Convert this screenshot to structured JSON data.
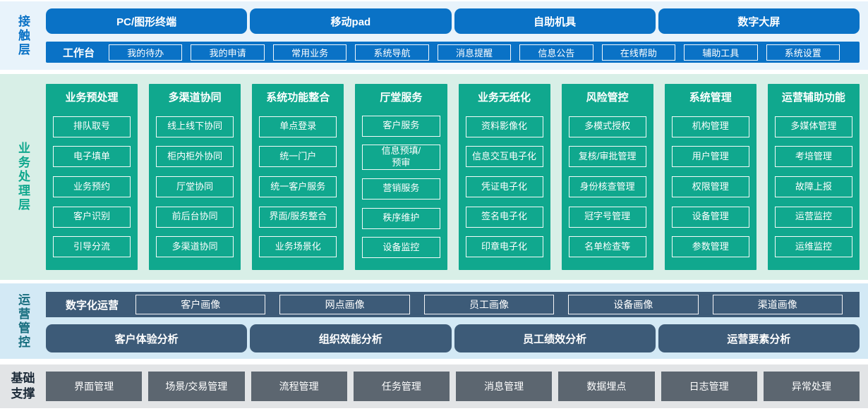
{
  "contact": {
    "label": "接触层",
    "terminals": [
      "PC/图形终端",
      "移动pad",
      "自助机具",
      "数字大屏"
    ],
    "workbench": {
      "label": "工作台",
      "items": [
        "我的待办",
        "我的申请",
        "常用业务",
        "系统导航",
        "消息提醒",
        "信息公告",
        "在线帮助",
        "辅助工具",
        "系统设置"
      ]
    }
  },
  "business": {
    "label": "业务处理层",
    "columns": [
      {
        "title": "业务预处理",
        "items": [
          "排队取号",
          "电子填单",
          "业务预约",
          "客户识别",
          "引导分流"
        ]
      },
      {
        "title": "多渠道协同",
        "items": [
          "线上线下协同",
          "柜内柜外协同",
          "厅堂协同",
          "前后台协同",
          "多渠道协同"
        ]
      },
      {
        "title": "系统功能整合",
        "items": [
          "单点登录",
          "统一门户",
          "统一客户服务",
          "界面/服务整合",
          "业务场景化"
        ]
      },
      {
        "title": "厅堂服务",
        "items": [
          "客户服务",
          "信息预填/\n预审",
          "营销服务",
          "秩序维护",
          "设备监控"
        ]
      },
      {
        "title": "业务无纸化",
        "items": [
          "资料影像化",
          "信息交互电子化",
          "凭证电子化",
          "签名电子化",
          "印章电子化"
        ]
      },
      {
        "title": "风险管控",
        "items": [
          "多模式授权",
          "复核/审批管理",
          "身份核查管理",
          "冠字号管理",
          "名单检查等"
        ]
      },
      {
        "title": "系统管理",
        "items": [
          "机构管理",
          "用户管理",
          "权限管理",
          "设备管理",
          "参数管理"
        ]
      },
      {
        "title": "运营辅助功能",
        "items": [
          "多媒体管理",
          "考培管理",
          "故障上报",
          "运营监控",
          "运维监控"
        ]
      }
    ]
  },
  "operations": {
    "label": "运营管控",
    "digital": {
      "label": "数字化运营",
      "items": [
        "客户画像",
        "网点画像",
        "员工画像",
        "设备画像",
        "渠道画像"
      ]
    },
    "analyses": [
      "客户体验分析",
      "组织效能分析",
      "员工绩效分析",
      "运营要素分析"
    ]
  },
  "foundation": {
    "label": "基础支撑",
    "items": [
      "界面管理",
      "场景/交易管理",
      "流程管理",
      "任务管理",
      "消息管理",
      "数据埋点",
      "日志管理",
      "异常处理"
    ]
  },
  "colors": {
    "blue": "#0a72c6",
    "teal": "#10a88e",
    "slate": "#3d5b78",
    "gray": "#5c6670",
    "band_contact": "#e8f3fb",
    "band_business": "#d8efe7",
    "band_ops": "#d3e9f5",
    "band_foundation": "#e2e4e6",
    "label_ops": "#166d7e",
    "label_foundation": "#1c2a38"
  }
}
